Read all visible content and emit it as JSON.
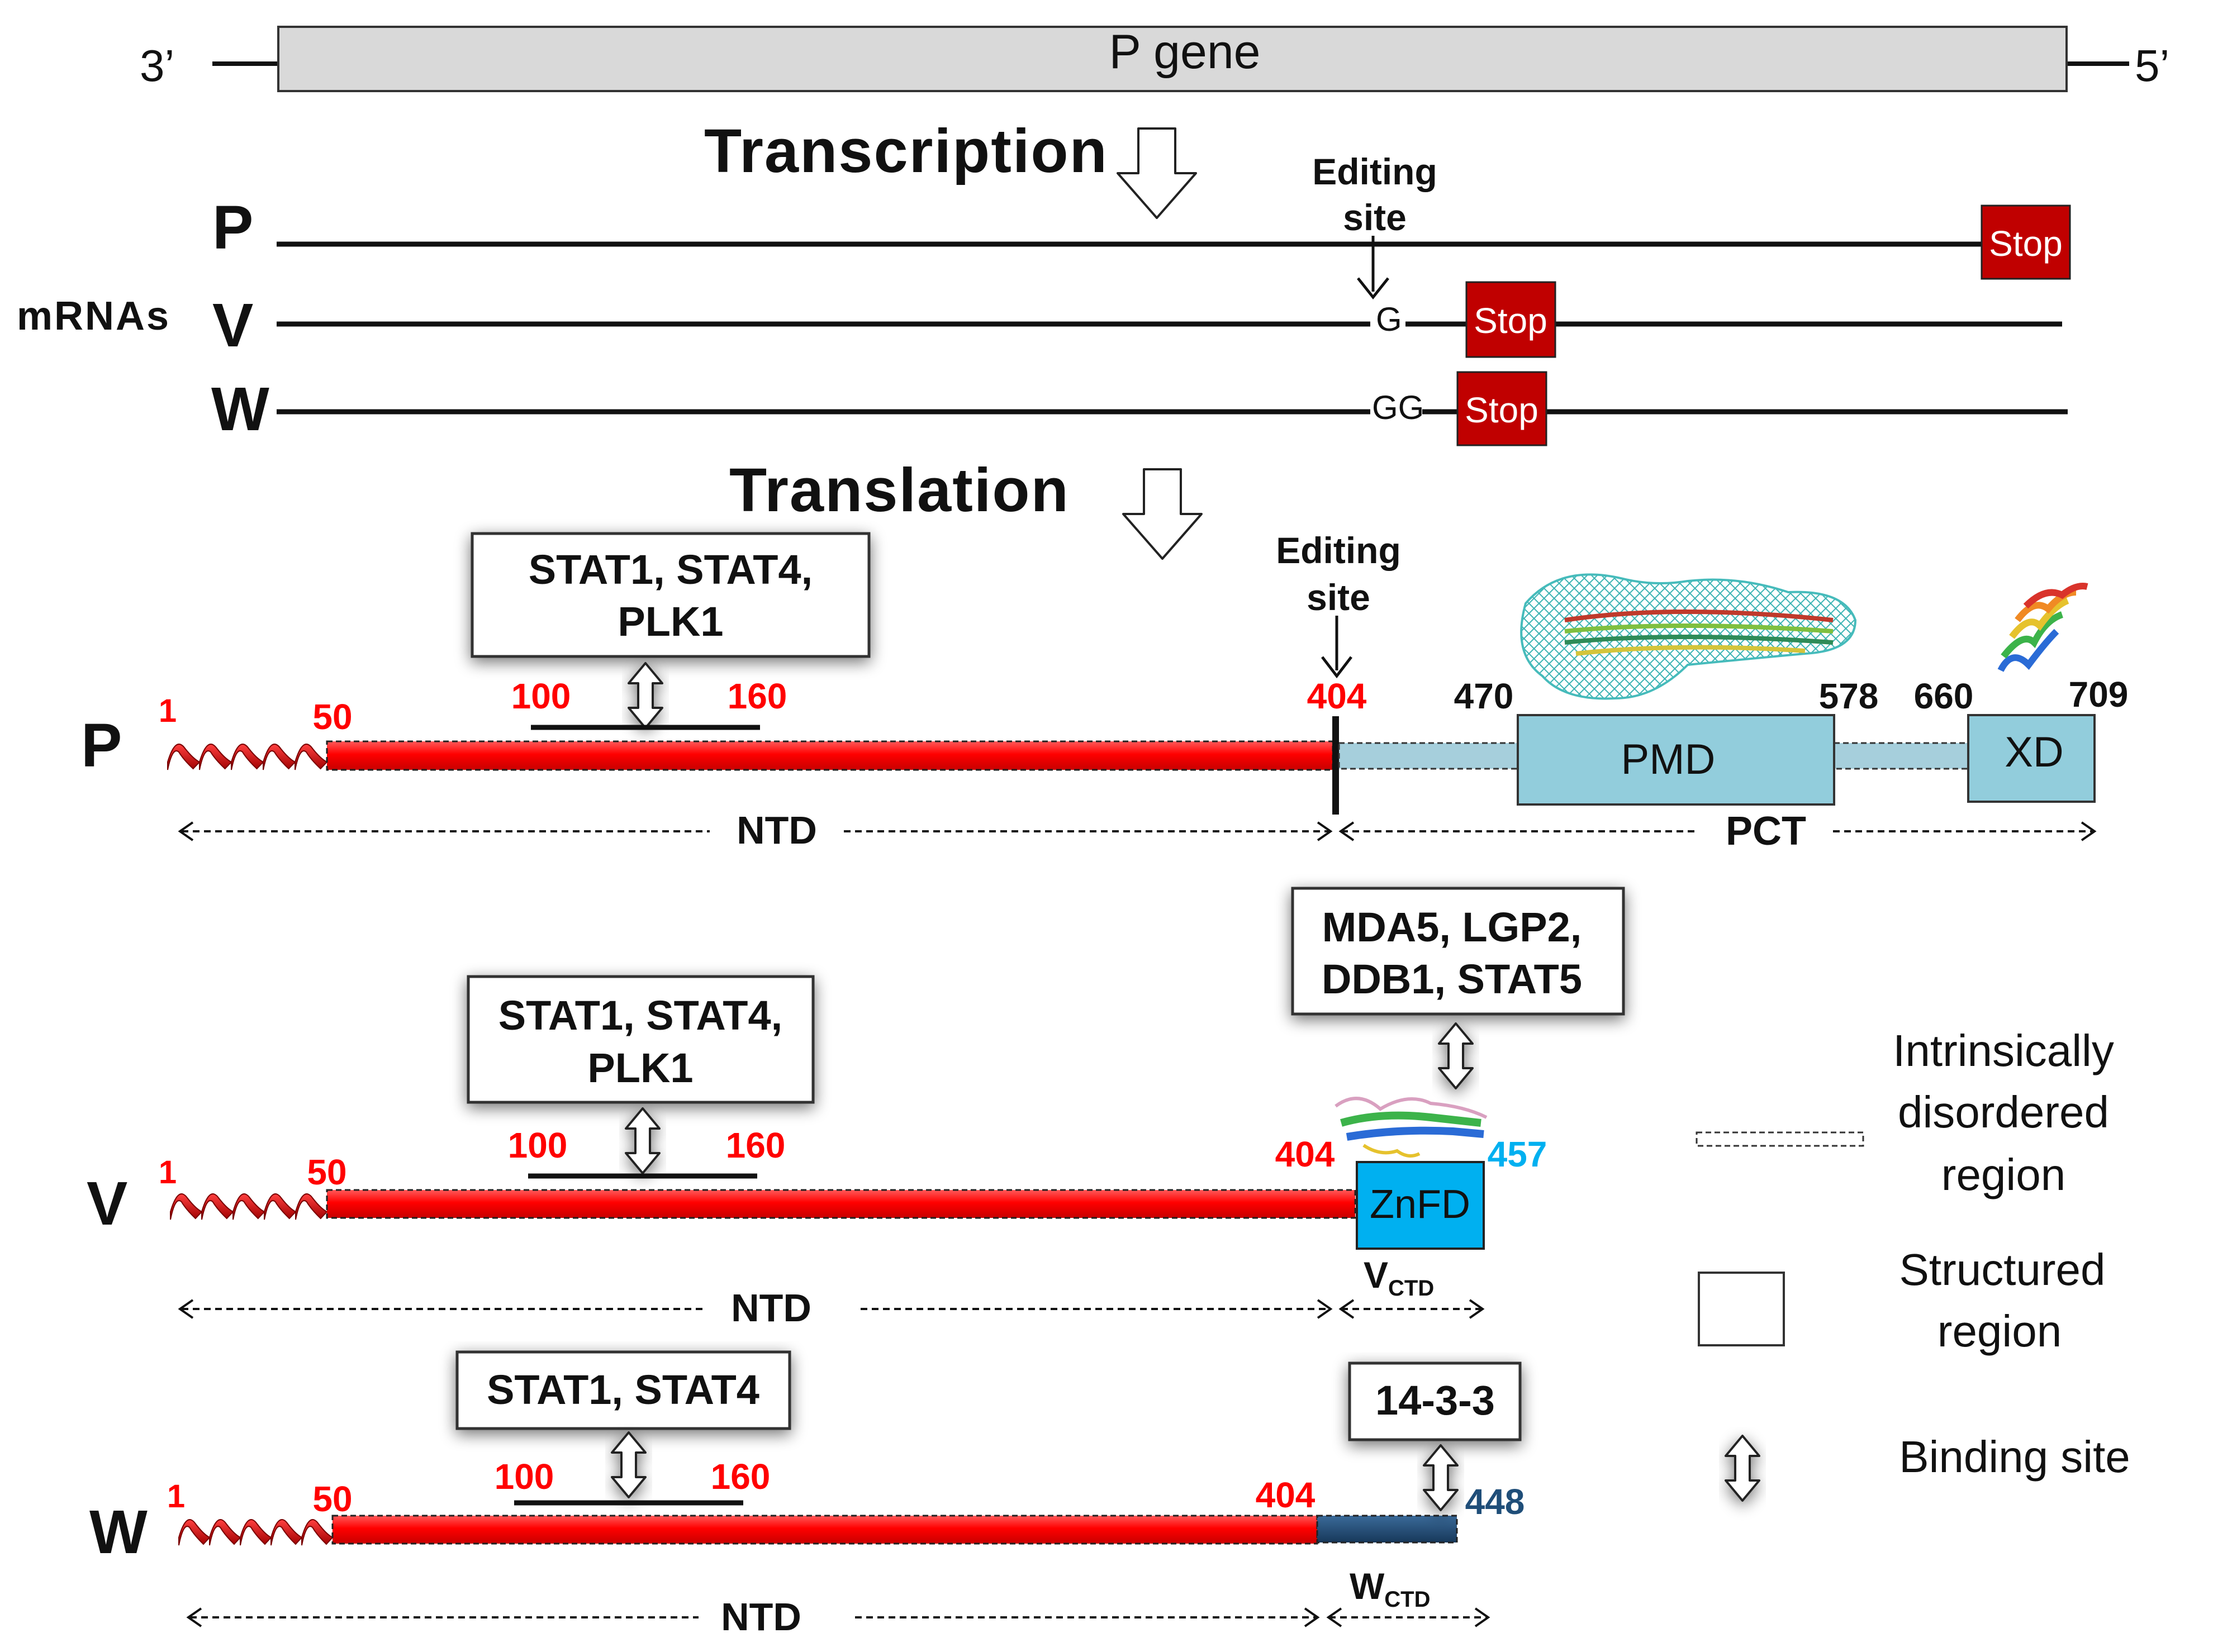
{
  "gene": {
    "left_end": "3’",
    "right_end": "5’",
    "label": "P gene",
    "fill": "#d9d9d9"
  },
  "steps": {
    "transcription": "Transcription",
    "translation": "Translation"
  },
  "mrnas": {
    "group_label": "mRNAs",
    "editing_site_line1": "Editing",
    "editing_site_line2": "site",
    "stop_label": "Stop",
    "stop_color": "#c00000",
    "rows": [
      {
        "name": "P",
        "insert": ""
      },
      {
        "name": "V",
        "insert": "G"
      },
      {
        "name": "W",
        "insert": "GG"
      }
    ]
  },
  "proteins": {
    "ntd_label": "NTD",
    "pct_label": "PCT",
    "vctd_main": "V",
    "vctd_sub": "CTD",
    "wctd_main": "W",
    "wctd_sub": "CTD",
    "editing_site_line1": "Editing",
    "editing_site_line2": "site",
    "ntd_color": "#ff0000",
    "disordered_pct_color": "#a6cfdc",
    "structured_pct_color": "#92cddc",
    "znfd_color": "#00b0f0",
    "wctd_color": "#1f4e79",
    "red_number_color": "#ff0000",
    "blue_number_color": "#00b0f0",
    "navy_number_color": "#1f4e79",
    "P": {
      "name": "P",
      "start": "1",
      "helix_end": "50",
      "bind_start": "100",
      "bind_end": "160",
      "edit_pos": "404",
      "pmd_start": "470",
      "pmd_end": "578",
      "xd_start": "660",
      "xd_end": "709",
      "pmd_label": "PMD",
      "xd_label": "XD",
      "partners_line1": "STAT1, STAT4,",
      "partners_line2": "PLK1"
    },
    "V": {
      "name": "V",
      "start": "1",
      "helix_end": "50",
      "bind_start": "100",
      "bind_end": "160",
      "edit_pos": "404",
      "end": "457",
      "znfd_label": "ZnFD",
      "partners_line1": "STAT1, STAT4,",
      "partners_line2": "PLK1",
      "ctd_partners_line1": "MDA5, LGP2,",
      "ctd_partners_line2": "DDB1, STAT5"
    },
    "W": {
      "name": "W",
      "start": "1",
      "helix_end": "50",
      "bind_start": "100",
      "bind_end": "160",
      "edit_pos": "404",
      "end": "448",
      "partners": "STAT1, STAT4",
      "ctd_partners": "14-3-3"
    }
  },
  "legend": {
    "disordered_line1": "Intrinsically",
    "disordered_line2": "disordered",
    "disordered_line3": "region",
    "structured_line1": "Structured",
    "structured_line2": "region",
    "binding": "Binding site"
  }
}
